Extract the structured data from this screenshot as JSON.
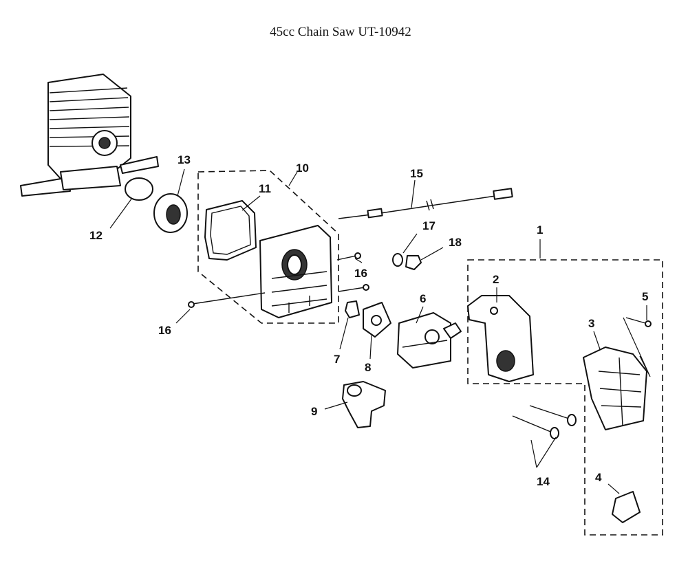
{
  "title": "45cc Chain Saw UT-10942",
  "callouts": [
    {
      "id": "c1",
      "label": "1"
    },
    {
      "id": "c2",
      "label": "2"
    },
    {
      "id": "c3",
      "label": "3"
    },
    {
      "id": "c4",
      "label": "4"
    },
    {
      "id": "c5",
      "label": "5"
    },
    {
      "id": "c6",
      "label": "6"
    },
    {
      "id": "c7",
      "label": "7"
    },
    {
      "id": "c8",
      "label": "8"
    },
    {
      "id": "c9",
      "label": "9"
    },
    {
      "id": "c10",
      "label": "10"
    },
    {
      "id": "c11",
      "label": "11"
    },
    {
      "id": "c12",
      "label": "12"
    },
    {
      "id": "c13",
      "label": "13"
    },
    {
      "id": "c14",
      "label": "14"
    },
    {
      "id": "c15",
      "label": "15"
    },
    {
      "id": "c16a",
      "label": "16"
    },
    {
      "id": "c16b",
      "label": "16"
    },
    {
      "id": "c17",
      "label": "17"
    },
    {
      "id": "c18",
      "label": "18"
    }
  ]
}
